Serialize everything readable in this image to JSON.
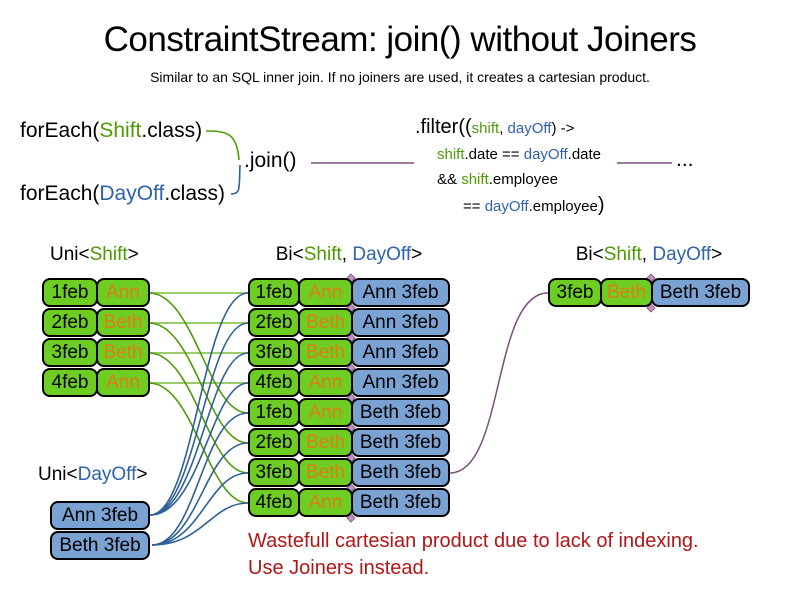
{
  "title": "ConstraintStream: join() without Joiners",
  "subtitle": "Similar to an SQL inner join. If no joiners are used, it creates a cartesian product.",
  "code": {
    "foreach_shift": {
      "pre": "forEach(",
      "cls": "Shift",
      "post": ".class)"
    },
    "foreach_dayoff": {
      "pre": "forEach(",
      "cls": "DayOff",
      "post": ".class)"
    },
    "join": ".join()",
    "ellipsis": "...",
    "filter_line1": {
      "a": ".filter((",
      "b": "shift",
      "c": ", ",
      "d": "dayOff",
      "e": ") ->"
    },
    "filter_line2": {
      "a": "shift",
      "b": ".date == ",
      "c": "dayOff",
      "d": ".date"
    },
    "filter_line3": {
      "a": "&& ",
      "b": "shift",
      "c": ".employee"
    },
    "filter_line4": {
      "a": "== ",
      "b": "dayOff",
      "c": ".employee",
      "d": ")"
    }
  },
  "labels": {
    "uni_shift": {
      "a": "Uni<",
      "b": "Shift",
      "c": ">"
    },
    "bi_mid": {
      "a": "Bi<",
      "b": "Shift",
      "c": ", ",
      "d": "DayOff",
      "e": ">"
    },
    "bi_right": {
      "a": "Bi<",
      "b": "Shift",
      "c": ", ",
      "d": "DayOff",
      "e": ">"
    },
    "uni_dayoff": {
      "a": "Uni<",
      "b": "DayOff",
      "c": ">"
    }
  },
  "tables": {
    "uni_shift": [
      {
        "date": "1feb",
        "name": "Ann"
      },
      {
        "date": "2feb",
        "name": "Beth"
      },
      {
        "date": "3feb",
        "name": "Beth"
      },
      {
        "date": "4feb",
        "name": "Ann"
      }
    ],
    "bi": [
      {
        "date": "1feb",
        "name": "Ann",
        "dayoff": "Ann 3feb"
      },
      {
        "date": "2feb",
        "name": "Beth",
        "dayoff": "Ann 3feb"
      },
      {
        "date": "3feb",
        "name": "Beth",
        "dayoff": "Ann 3feb"
      },
      {
        "date": "4feb",
        "name": "Ann",
        "dayoff": "Ann 3feb"
      },
      {
        "date": "1feb",
        "name": "Ann",
        "dayoff": "Beth 3feb"
      },
      {
        "date": "2feb",
        "name": "Beth",
        "dayoff": "Beth 3feb"
      },
      {
        "date": "3feb",
        "name": "Beth",
        "dayoff": "Beth 3feb"
      },
      {
        "date": "4feb",
        "name": "Ann",
        "dayoff": "Beth 3feb"
      }
    ],
    "bi_right": [
      {
        "date": "3feb",
        "name": "Beth",
        "dayoff": "Beth 3feb"
      }
    ],
    "uni_dayoff": [
      {
        "label": "Ann 3feb"
      },
      {
        "label": "Beth 3feb"
      }
    ]
  },
  "note": {
    "line1": "Wastefull cartesian product due to lack of indexing.",
    "line2": "Use Joiners instead."
  },
  "colors": {
    "green_fill": "#6ecd23",
    "blue_fill": "#7aa2d2",
    "orange_text": "#e17d14",
    "green_text": "#4e9a06",
    "blue_text": "#2f62ac",
    "green_line_light": "#9ccc6c",
    "green_line": "#4e9a06",
    "blue_line": "#2e6096",
    "purple_line": "#78527c",
    "red_text": "#b21616"
  }
}
